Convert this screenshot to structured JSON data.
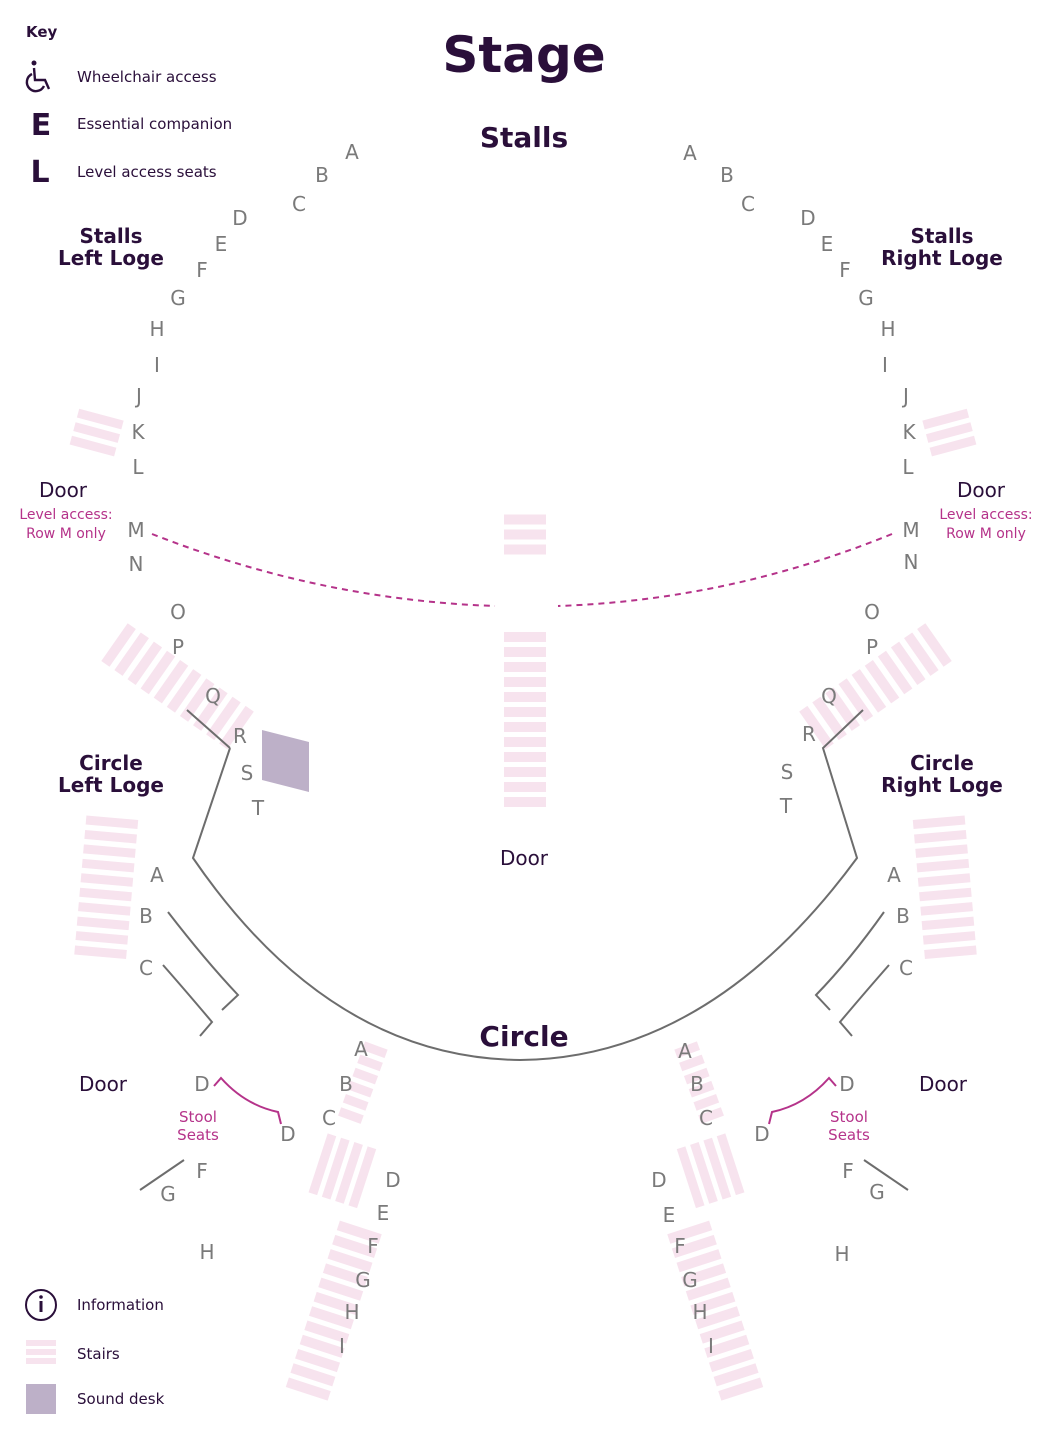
{
  "title": "Stage",
  "colors": {
    "dark": "#2a0f3a",
    "row": "#7a7a7a",
    "magenta": "#b5338a",
    "stairs": "#f7e3ee",
    "sound_desk": "#bdb0c8",
    "line": "#6d6d6d"
  },
  "key": {
    "heading": "Key",
    "items": [
      {
        "icon": "wheelchair-icon",
        "label": "Wheelchair access"
      },
      {
        "icon": "E",
        "label": "Essential companion"
      },
      {
        "icon": "L",
        "label": "Level access seats"
      }
    ]
  },
  "bottom_key": {
    "items": [
      {
        "icon": "info-icon",
        "label": "Information"
      },
      {
        "icon": "stairs-swatch",
        "label": "Stairs"
      },
      {
        "icon": "sound-desk-swatch",
        "label": "Sound desk"
      }
    ]
  },
  "sections": {
    "stalls": "Stalls",
    "stalls_left_loge": [
      "Stalls",
      "Left Loge"
    ],
    "stalls_right_loge": [
      "Stalls",
      "Right Loge"
    ],
    "circle": "Circle",
    "circle_left_loge": [
      "Circle",
      "Left Loge"
    ],
    "circle_right_loge": [
      "Circle",
      "Right Loge"
    ]
  },
  "doors": {
    "label": "Door",
    "level_access": [
      "Level access:",
      "Row M only"
    ]
  },
  "stool_seats": [
    "Stool",
    "Seats"
  ],
  "stalls_rows_left": [
    "A",
    "B",
    "C",
    "D",
    "E",
    "F",
    "G",
    "H",
    "I",
    "J",
    "K",
    "L",
    "M",
    "N",
    "O",
    "P",
    "Q",
    "R",
    "S",
    "T"
  ],
  "stalls_rows_right": [
    "A",
    "B",
    "C",
    "D",
    "E",
    "F",
    "G",
    "H",
    "I",
    "J",
    "K",
    "L",
    "M",
    "N",
    "O",
    "P",
    "Q",
    "R",
    "S",
    "T"
  ],
  "circle_loge_rows": [
    "A",
    "B",
    "C",
    "D",
    "F",
    "G",
    "H"
  ],
  "circle_center_rows": [
    "A",
    "B",
    "C",
    "D",
    "E",
    "F",
    "G",
    "H",
    "I"
  ]
}
